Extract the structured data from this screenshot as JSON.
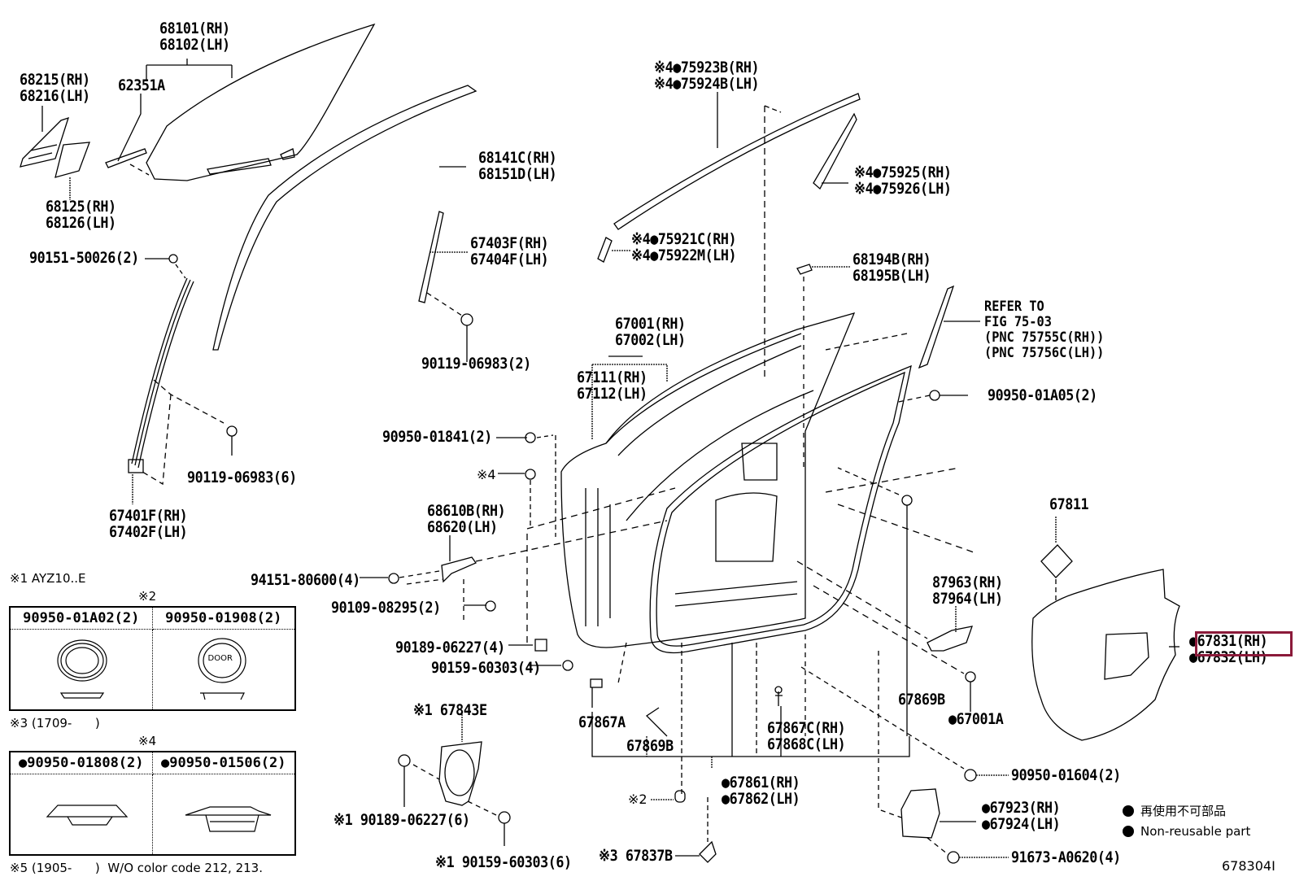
{
  "diagram": {
    "figure_id": "678304I",
    "highlight_color": "#8b1a3a",
    "highlighted_part": "67831(RH)",
    "callouts": [
      {
        "id": "window-glass",
        "lines": [
          "68101(RH)",
          "68102(LH)"
        ]
      },
      {
        "id": "glass-channel",
        "lines": [
          "62351A"
        ]
      },
      {
        "id": "quarter-trim",
        "lines": [
          "68215(RH)",
          "68216(LH)"
        ]
      },
      {
        "id": "quarter-glass",
        "lines": [
          "68125(RH)",
          "68126(LH)"
        ]
      },
      {
        "id": "screw-90151",
        "lines": [
          "90151-50026(2)"
        ]
      },
      {
        "id": "run-channel",
        "lines": [
          "68141C(RH)",
          "68151D(LH)"
        ]
      },
      {
        "id": "rear-sash",
        "lines": [
          "67403F(RH)",
          "67404F(LH)"
        ]
      },
      {
        "id": "bolt-90119-2",
        "lines": [
          "90119-06983(2)"
        ]
      },
      {
        "id": "front-sash",
        "lines": [
          "67401F(RH)",
          "67402F(LH)"
        ]
      },
      {
        "id": "bolt-90119-6",
        "lines": [
          "90119-06983(6)"
        ]
      },
      {
        "id": "belt-molding",
        "lines": [
          "※4●75923B(RH)",
          "※4●75924B(LH)"
        ]
      },
      {
        "id": "pillar-garnish",
        "lines": [
          "※4●75925(RH)",
          "※4●75926(LH)"
        ]
      },
      {
        "id": "molding-end",
        "lines": [
          "※4●75921C(RH)",
          "※4●75922M(LH)"
        ]
      },
      {
        "id": "stopper",
        "lines": [
          "68194B(RH)",
          "68195B(LH)"
        ]
      },
      {
        "id": "door-panel",
        "lines": [
          "67001(RH)",
          "67002(LH)"
        ]
      },
      {
        "id": "outer-panel",
        "lines": [
          "67111(RH)",
          "67112(LH)"
        ]
      },
      {
        "id": "plug-01841",
        "lines": [
          "90950-01841(2)"
        ]
      },
      {
        "id": "plug-note4",
        "lines": [
          "※4"
        ]
      },
      {
        "id": "check-arm",
        "lines": [
          "68610B(RH)",
          "68620(LH)"
        ]
      },
      {
        "id": "nut-94151",
        "lines": [
          "94151-80600(4)"
        ]
      },
      {
        "id": "bolt-90109",
        "lines": [
          "90109-08295(2)"
        ]
      },
      {
        "id": "clip-90189-4",
        "lines": [
          "90189-06227(4)"
        ]
      },
      {
        "id": "screw-90159-4",
        "lines": [
          "90159-60303(4)"
        ]
      },
      {
        "id": "plug-01a05",
        "lines": [
          "90950-01A05(2)"
        ]
      },
      {
        "id": "grommet",
        "lines": [
          "87963(RH)",
          "87964(LH)"
        ]
      },
      {
        "id": "seal-cover",
        "lines": [
          "67811"
        ]
      },
      {
        "id": "service-hole-cover",
        "lines": [
          "●67831(RH)",
          "●67832(LH)"
        ]
      },
      {
        "id": "speaker-cover",
        "lines": [
          "※1 67843E"
        ]
      },
      {
        "id": "clip-90189-6",
        "lines": [
          "※1 90189-06227(6)"
        ]
      },
      {
        "id": "screw-90159-6",
        "lines": [
          "※1 90159-60303(6)"
        ]
      },
      {
        "id": "clip-67867a",
        "lines": [
          "67867A"
        ]
      },
      {
        "id": "clip-67869b-l",
        "lines": [
          "67869B"
        ]
      },
      {
        "id": "clip-67867c",
        "lines": [
          "67867C(RH)",
          "67868C(LH)"
        ]
      },
      {
        "id": "clip-67869b-r",
        "lines": [
          "67869B"
        ]
      },
      {
        "id": "cushion-67001a",
        "lines": [
          "●67001A"
        ]
      },
      {
        "id": "weatherstrip",
        "lines": [
          "●67861(RH)",
          "●67862(LH)"
        ]
      },
      {
        "id": "note2",
        "lines": [
          "※2"
        ]
      },
      {
        "id": "plug-01604",
        "lines": [
          "90950-01604(2)"
        ]
      },
      {
        "id": "cover-67923",
        "lines": [
          "●67923(RH)",
          "●67924(LH)"
        ]
      },
      {
        "id": "screw-91673",
        "lines": [
          "91673-A0620(4)"
        ]
      },
      {
        "id": "clip-67837b",
        "lines": [
          "※3 67837B"
        ]
      }
    ],
    "reference": [
      "REFER TO",
      "FIG 75-03",
      "(PNC 75755C(RH))",
      "(PNC 75756C(LH))"
    ]
  },
  "notes": {
    "note1": "※1 AYZ10..E",
    "table2_title": "※2",
    "table2": [
      "90950-01A02(2)",
      "90950-01908(2)"
    ],
    "door_stamp": "DOOR",
    "note3": "※3 (1709-      )",
    "table4_title": "※4",
    "table4": [
      "●90950-01808(2)",
      "●90950-01506(2)"
    ],
    "note5": "※5 (1905-      )  W/O color code 212, 213."
  },
  "legend": {
    "jp": "再使用不可部品",
    "en": "Non-reusable part"
  }
}
